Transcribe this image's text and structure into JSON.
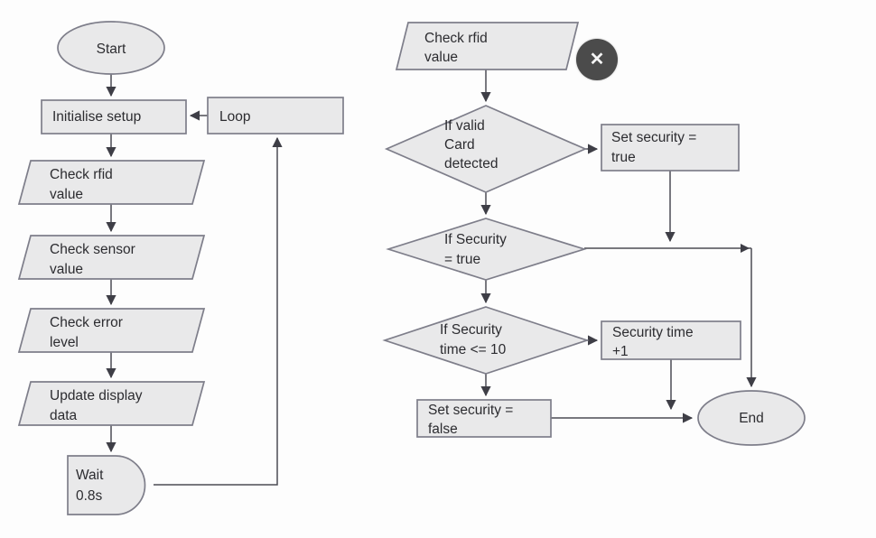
{
  "colors": {
    "shape_fill": "#e9e9ea",
    "shape_border": "#7e7e8a",
    "connector": "#4c4c55",
    "arrowhead": "#3e3e46",
    "text": "#2c2c30",
    "close_button_bg": "#4b4b4b",
    "background": "#fdfdfd"
  },
  "overlay": {
    "close_icon": "✕"
  },
  "left_flow": {
    "start": "Start",
    "initialise": "Initialise setup",
    "loop": "Loop",
    "check_rfid": "Check rfid\nvalue",
    "check_sensor": "Check sensor\nvalue",
    "check_error": "Check error\nlevel",
    "update_display": "Update display\ndata",
    "wait": "Wait\n0.8s"
  },
  "right_flow": {
    "check_rfid": "Check rfid\nvalue",
    "if_valid_card": "If valid\nCard\ndetected",
    "set_security_true": "Set security =\ntrue",
    "if_security_true": "If Security\n= true",
    "if_security_time": "If Security\ntime <= 10",
    "security_time_inc": "Security time\n+1",
    "set_security_false": "Set security =\nfalse",
    "end": "End"
  }
}
